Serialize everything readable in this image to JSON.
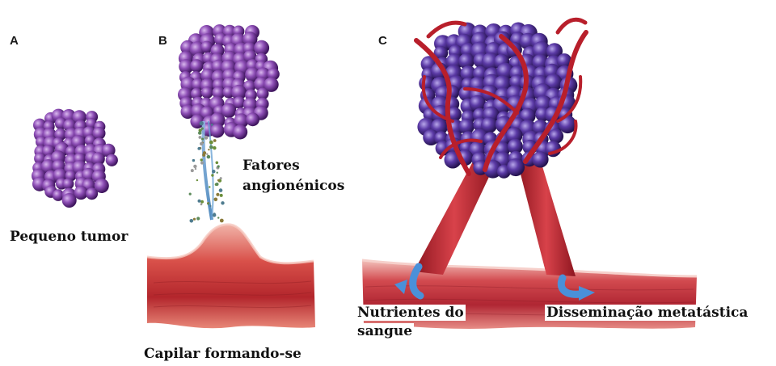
{
  "panels": {
    "a": {
      "letter": "A",
      "label": "Pequeno tumor"
    },
    "b": {
      "letter": "B",
      "factors_line1": "Fatores",
      "factors_line2": "angionénicos",
      "capillary_label": "Capilar formando-se"
    },
    "c": {
      "letter": "C",
      "nutrients_line1": "Nutrientes do",
      "nutrients_line2": "sangue",
      "metastasis_label": "Disseminação metatástica"
    }
  },
  "colors": {
    "tumor_purple": "#7b3fa0",
    "tumor_dark": "#4b1f6e",
    "vessel_red": "#b8202a",
    "tissue_red": "#c9363c",
    "arrow_blue": "#4a90d9"
  }
}
